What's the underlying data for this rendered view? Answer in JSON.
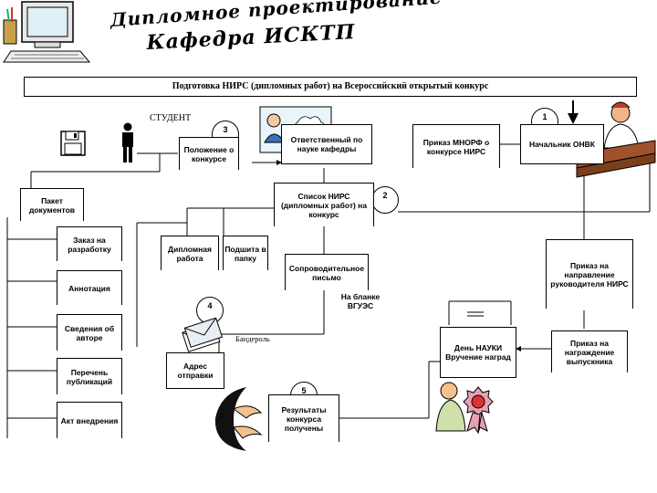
{
  "header": {
    "title_line1": "Дипломное проектирование",
    "title_line2": "Кафедра ИСКТП"
  },
  "banner": "Подготовка НИРС (дипломных работ) на Всероссийский открытый конкурс",
  "student_label": "СТУДЕНТ",
  "steps": {
    "s1": "1",
    "s2": "2",
    "s3": "3",
    "s4": "4",
    "s5": "5"
  },
  "nodes": {
    "regulation": "Положение о конкурсе",
    "responsible": "Ответственный по науке кафедры",
    "order_minobr": "Приказ МНОРФ о конкурсе НИРС",
    "head_onvk": "Начальник ОНВК",
    "package": "Пакет документов",
    "nirs_list": "Список НИРС (дипломных работ) на конкурс",
    "order_direction": "Приказ на направление руководителя НИРС",
    "request_dev": "Заказ на разработку",
    "diploma_work": "Дипломная работа",
    "to_folder": "Подшита в папку",
    "cover_letter": "Сопроводительное письмо",
    "letterhead": "На бланке ВГУЭС",
    "annotation": "Аннотация",
    "author_info": "Сведения об авторе",
    "publications": "Перечень публикаций",
    "parcel": "Бандероль",
    "address": "Адрес отправки",
    "science_day": "День НАУКИ Вручение наград",
    "order_award": "Приказ на награждение выпускника",
    "impl_act": "Акт внедрения",
    "results": "Результаты конкурса получены"
  },
  "icons": [
    "computer-icon",
    "floppy-disk-icon",
    "student-figure-icon",
    "mail-envelope-icon",
    "receiving-hands-icon",
    "award-rosette-icon",
    "manager-at-desk-icon",
    "meeting-people-icon"
  ]
}
